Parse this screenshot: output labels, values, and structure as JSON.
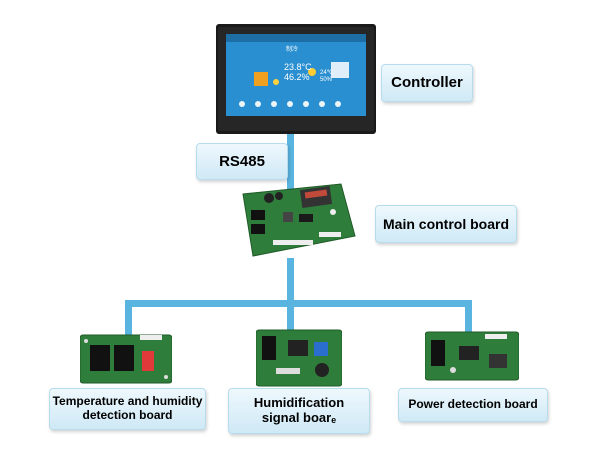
{
  "labels": {
    "controller": "Controller",
    "rs485": "RS485",
    "main_board": "Main control board",
    "temp_board_line1": "Temperature and humidity",
    "temp_board_line2": "detection board",
    "humid_board_line1": "Humidification",
    "humid_board_line2": "signal boarₑ",
    "power_board": "Power detection board"
  },
  "screen": {
    "title": "制冷",
    "temp_main": "23.8°C",
    "hum_main": "46.2%",
    "temp_set": "24℃",
    "hum_set": "50%"
  },
  "colors": {
    "wire": "#5ab4e0",
    "pcb_green": "#2f7d3a",
    "screen_blue": "#2a8fd0",
    "label_bg": "#d6eef9"
  },
  "icons": [
    "controller-touchscreen",
    "main-board-pcb",
    "temp-humidity-pcb",
    "humidification-pcb",
    "power-detection-pcb"
  ]
}
